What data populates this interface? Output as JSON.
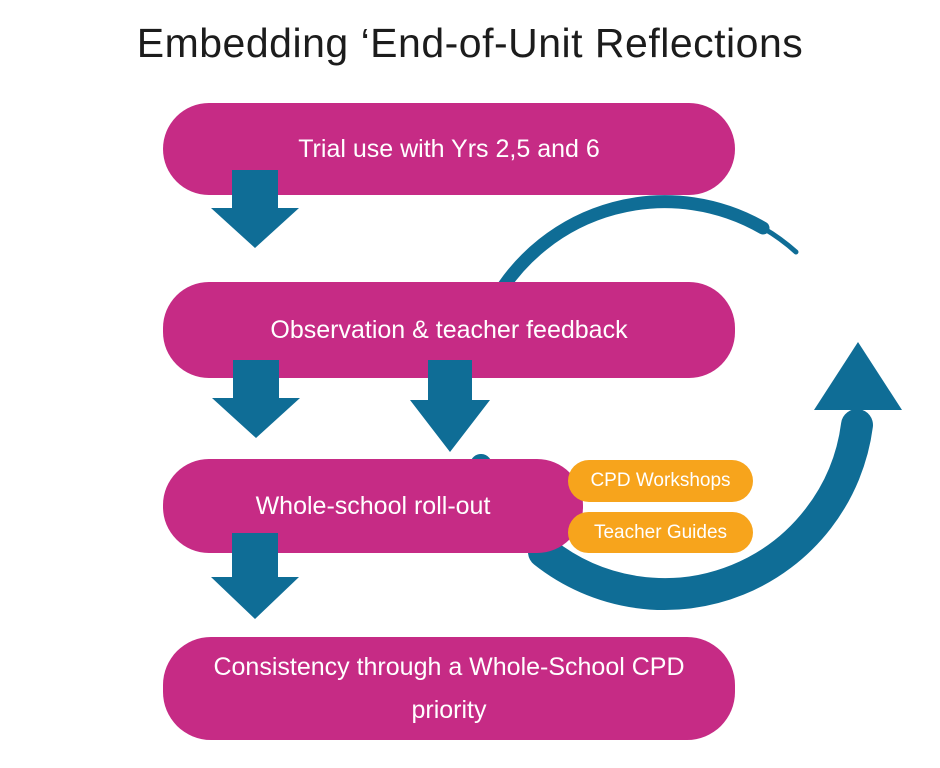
{
  "diagram": {
    "title": "Embedding ‘End-of-Unit Reflections",
    "steps": [
      {
        "label": "Trial use with Yrs 2,5 and 6"
      },
      {
        "label": "Observation & teacher feedback"
      },
      {
        "label": "Whole-school roll-out"
      },
      {
        "label": "Consistency through a Whole-School CPD priority"
      }
    ],
    "resources": [
      {
        "label": "CPD Workshops"
      },
      {
        "label": "Teacher Guides"
      }
    ]
  },
  "icons": {
    "down_arrow": "down-arrow",
    "cycle_arrow": "cycle-arrow"
  },
  "colors": {
    "magenta": "#c62b85",
    "teal": "#0f6d96",
    "orange": "#f7a41c",
    "title_text": "#1c1c1c",
    "box_text": "#ffffff",
    "background": "#ffffff"
  }
}
